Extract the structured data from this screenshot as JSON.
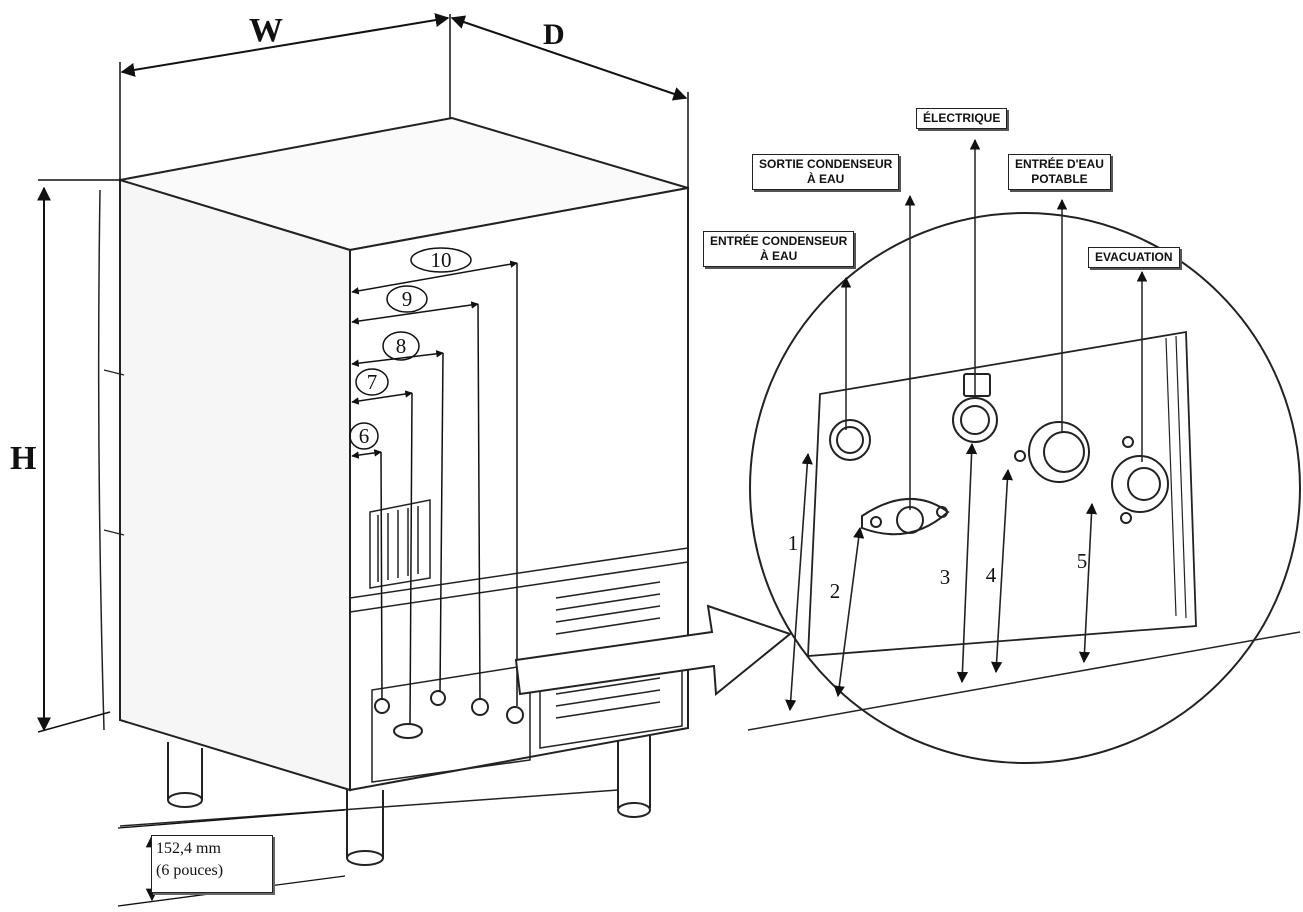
{
  "dimensions": {
    "width": "W",
    "depth": "D",
    "height": "H"
  },
  "connections": [
    {
      "number": "1",
      "label": [
        "ENTRÉE CONDENSEUR",
        "À EAU"
      ]
    },
    {
      "number": "2",
      "label": [
        "SORTIE CONDENSEUR",
        "À EAU"
      ]
    },
    {
      "number": "3",
      "label": [
        "ÉLECTRIQUE"
      ]
    },
    {
      "number": "4",
      "label": [
        "ENTRÉE D'EAU",
        "POTABLE"
      ]
    },
    {
      "number": "5",
      "label": [
        "EVACUATION"
      ]
    }
  ],
  "rear_markers": [
    "6",
    "7",
    "8",
    "9",
    "10"
  ],
  "leg_height": {
    "line1": "152,4 mm",
    "line2": "(6 pouces)"
  }
}
